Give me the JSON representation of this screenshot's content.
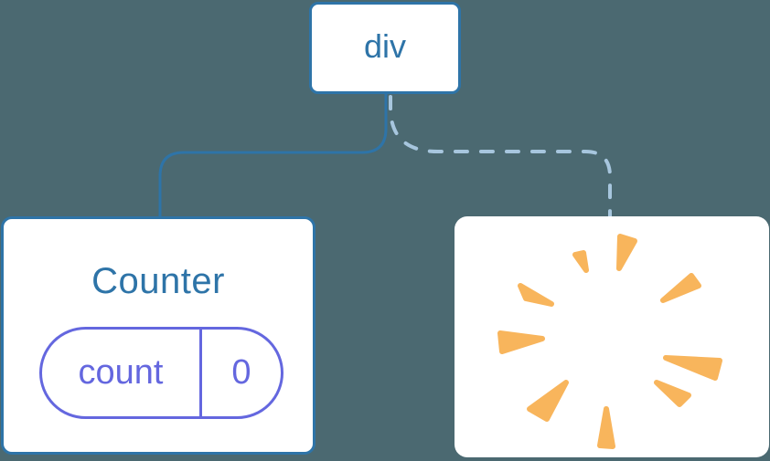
{
  "canvas": {
    "description": "Component tree diagram: div root with one kept child (Counter with state) and one removed child (poof)"
  },
  "tree": {
    "root": {
      "label": "div"
    },
    "children": [
      {
        "type": "component",
        "label": "Counter",
        "edge": "solid",
        "state": {
          "key": "count",
          "value": "0"
        }
      },
      {
        "type": "removed",
        "label": "",
        "edge": "dashed",
        "icon": "poof-starburst"
      }
    ]
  },
  "colors": {
    "background": "#4b6971",
    "node_blue": "#2e74a8",
    "state_purple": "#6467df",
    "dashed_blue": "#a7c6de",
    "poof_orange": "#f8b55c",
    "node_fill": "#ffffff"
  }
}
